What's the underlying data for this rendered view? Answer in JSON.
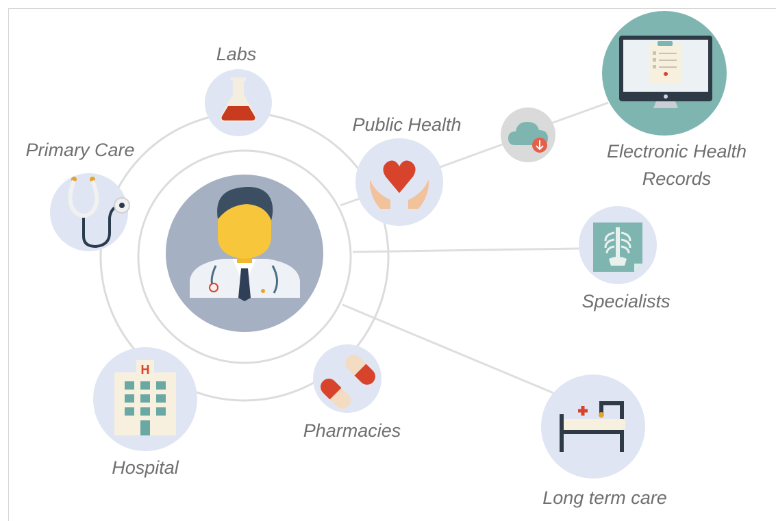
{
  "diagram": {
    "labels": {
      "labs": "Labs",
      "primary_care": "Primary Care",
      "public_health": "Public Health",
      "ehr_line1": "Electronic Health",
      "ehr_line2": "Records",
      "specialists": "Specialists",
      "hospital": "Hospital",
      "pharmacies": "Pharmacies",
      "long_term_care": "Long term care"
    },
    "colors": {
      "node_fill": "#dfe5f3",
      "center_fill": "#a6b0c3",
      "ring": "#dcdcdc",
      "connector": "#dedede",
      "ehr_fill": "#7fb5b1",
      "cloud_node_fill": "#dadada",
      "label_text": "#6f6f6f",
      "accent_red": "#d8432c",
      "teal": "#6aa8a3"
    },
    "icons": {
      "center": "doctor-icon",
      "labs": "flask-icon",
      "primary_care": "stethoscope-icon",
      "public_health": "heart-hands-icon",
      "cloud": "cloud-download-icon",
      "ehr": "computer-monitor-icon",
      "specialists": "xray-icon",
      "hospital": "hospital-building-icon",
      "pharmacies": "pills-icon",
      "long_term_care": "hospital-bed-icon"
    }
  }
}
